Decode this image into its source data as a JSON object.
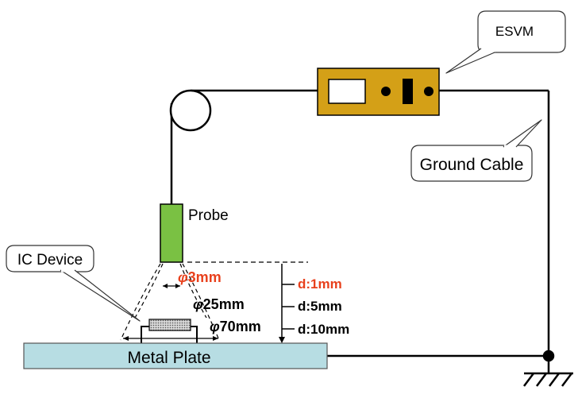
{
  "labels": {
    "esvm": "ESVM",
    "ground_cable": "Ground Cable",
    "probe": "Probe",
    "ic_device": "IC Device",
    "metal_plate": "Metal Plate"
  },
  "diameters": [
    {
      "symbol": "φ",
      "value": "3mm"
    },
    {
      "symbol": "φ",
      "value": "25mm"
    },
    {
      "symbol": "φ",
      "value": "70mm"
    }
  ],
  "distances": [
    "d:1mm",
    "d:5mm",
    "d:10mm"
  ],
  "colors": {
    "highlight": "#e8401c",
    "esvm_body": "#d4a017",
    "probe": "#7ac143",
    "metal_plate": "#b7dde3",
    "line": "#000000"
  }
}
